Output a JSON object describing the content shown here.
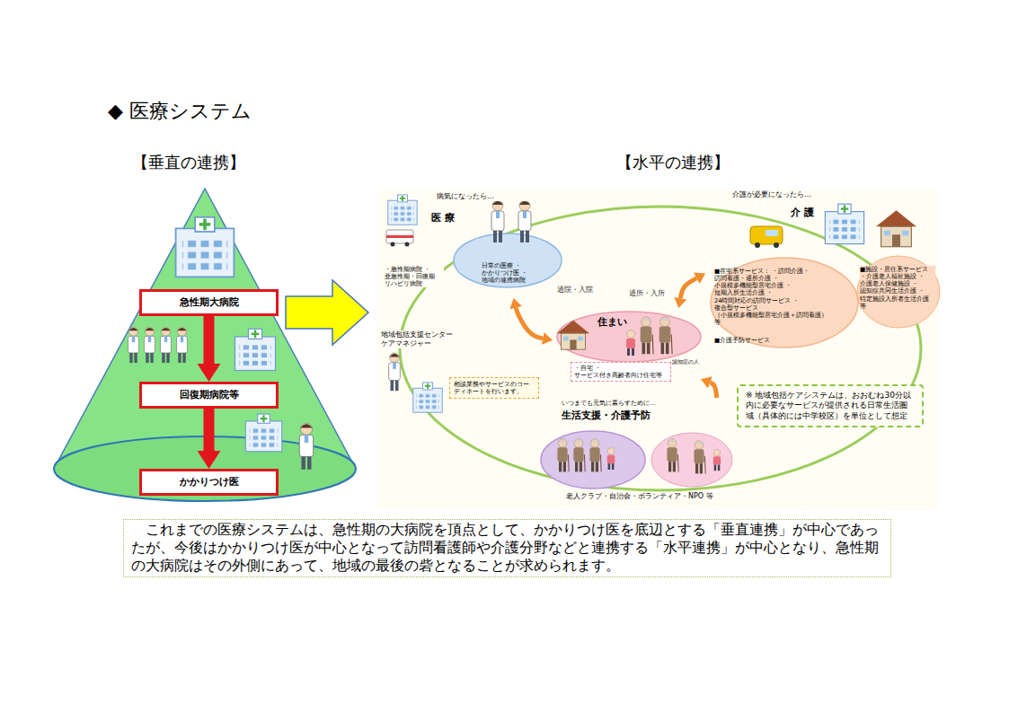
{
  "diagram": {
    "title": "◆ 医療システム",
    "caption": "これまでの医療システムは、急性期の大病院を頂点として、かかりつけ医を底辺とする「垂直連携」が中心であったが、今後はかかりつけ医が中心となって訪問看護師や介護分野などと連携する「水平連携」が中心となり、急性期の大病院はその外側にあって、地域の最後の砦となることが求められます。",
    "nodes": [
      {
        "text": [
          "急性期大病院"
        ]
      },
      {
        "text": [
          "回復期病院等"
        ]
      },
      {
        "text": [
          "かかりつけ医"
        ]
      },
      {
        "text": [
          "病気になったら…",
          "医 療",
          "・急性期病院 ・亜急性期・回復期 リハビリ病院",
          "日常の医療 ・かかりつけ医 ・地域の連携病院"
        ]
      },
      {
        "text": [
          "介護が必要になったら…",
          "介 護",
          "■在宅系サービス： ・訪問介護・訪問看護・通所介護 ・小規模多機能型居宅介護 ・短期入所生活介護 ・24時間対応の訪問サービス ・複合型サービス （小規模多機能型居宅介護＋訪問看護）等",
          "■介護予防サービス",
          "■施設・居住系サービス ・介護老人福祉施設 ・介護老人保健施設 ・認知症共同生活介護 ・特定施設入所者生活介護 等"
        ]
      },
      {
        "text": [
          "住まい",
          "・自宅 ・サービス付き高齢者向け住宅等"
        ]
      },
      {
        "text": [
          "いつまでも元気に暮らすために…",
          "生活支援・介護予防",
          "老人クラブ・自治会・ボランティア・NPO 等"
        ]
      },
      {
        "text": [
          "相談業務やサービスのコーディネートを行います。"
        ]
      },
      {
        "text": [
          "※ 地域包括ケアシステムは、おおむね30分以内に必要なサービスが提供される日常生活圏域（具体的には中学校区）を単位として想定"
        ]
      }
    ],
    "edges": [
      {
        "from": 0,
        "to": 1,
        "arrow": "to"
      },
      {
        "from": 1,
        "to": 2,
        "arrow": "to"
      },
      {
        "from": 5,
        "to": 3,
        "label": "通院・入院",
        "arrow": "both"
      },
      {
        "from": 5,
        "to": 4,
        "label": "通所・入所",
        "arrow": "both"
      },
      {
        "from": 6,
        "to": 5,
        "arrow": "to"
      }
    ],
    "labels": [
      "【垂直の連携】",
      "【水平の連携】",
      "地域包括支援センター ケアマネジャー",
      "認知症の人"
    ]
  }
}
